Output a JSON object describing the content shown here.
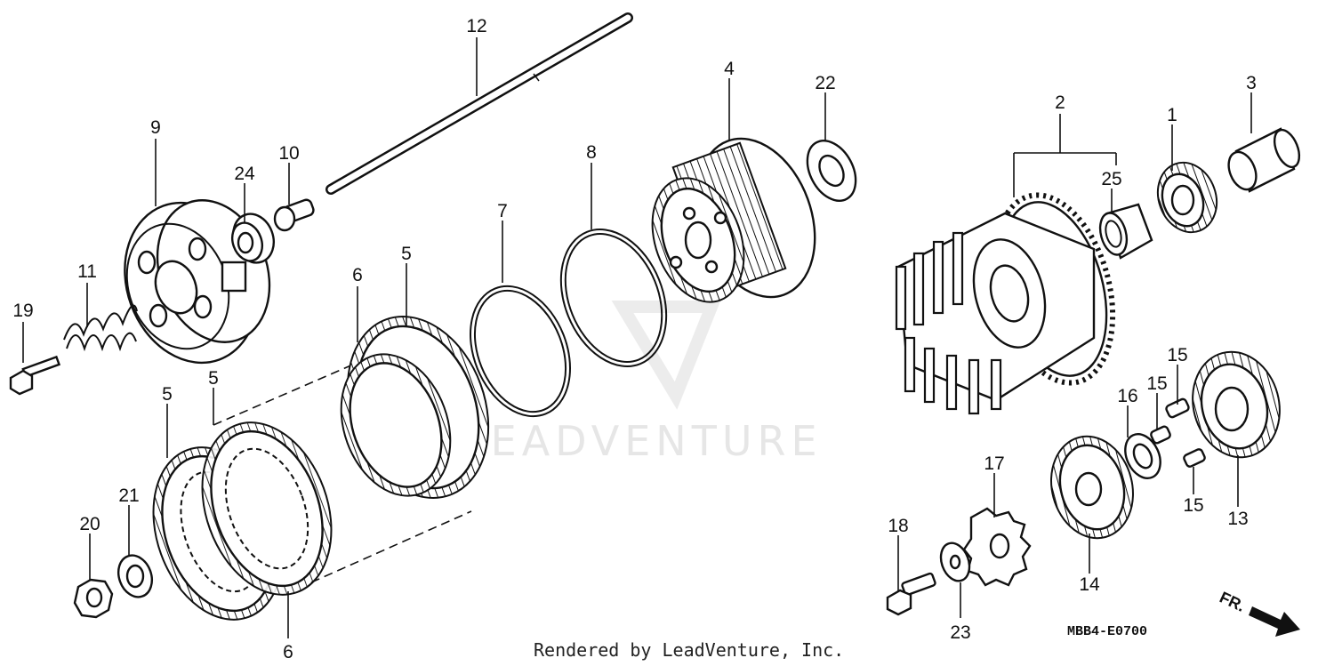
{
  "callouts": {
    "c1": "1",
    "c2": "2",
    "c3": "3",
    "c4": "4",
    "c5a": "5",
    "c5b": "5",
    "c5c": "5",
    "c6a": "6",
    "c6b": "6",
    "c7": "7",
    "c8": "8",
    "c9": "9",
    "c10": "10",
    "c11": "11",
    "c12": "12",
    "c13": "13",
    "c14": "14",
    "c15a": "15",
    "c15b": "15",
    "c15c": "15",
    "c16": "16",
    "c17": "17",
    "c18": "18",
    "c19": "19",
    "c20": "20",
    "c21": "21",
    "c22": "22",
    "c23": "23",
    "c24": "24",
    "c25": "25"
  },
  "diagram_code": "MBB4-E0700",
  "credit": "Rendered by LeadVenture, Inc.",
  "watermark": "LEADVENTURE",
  "direction_label": "FR."
}
